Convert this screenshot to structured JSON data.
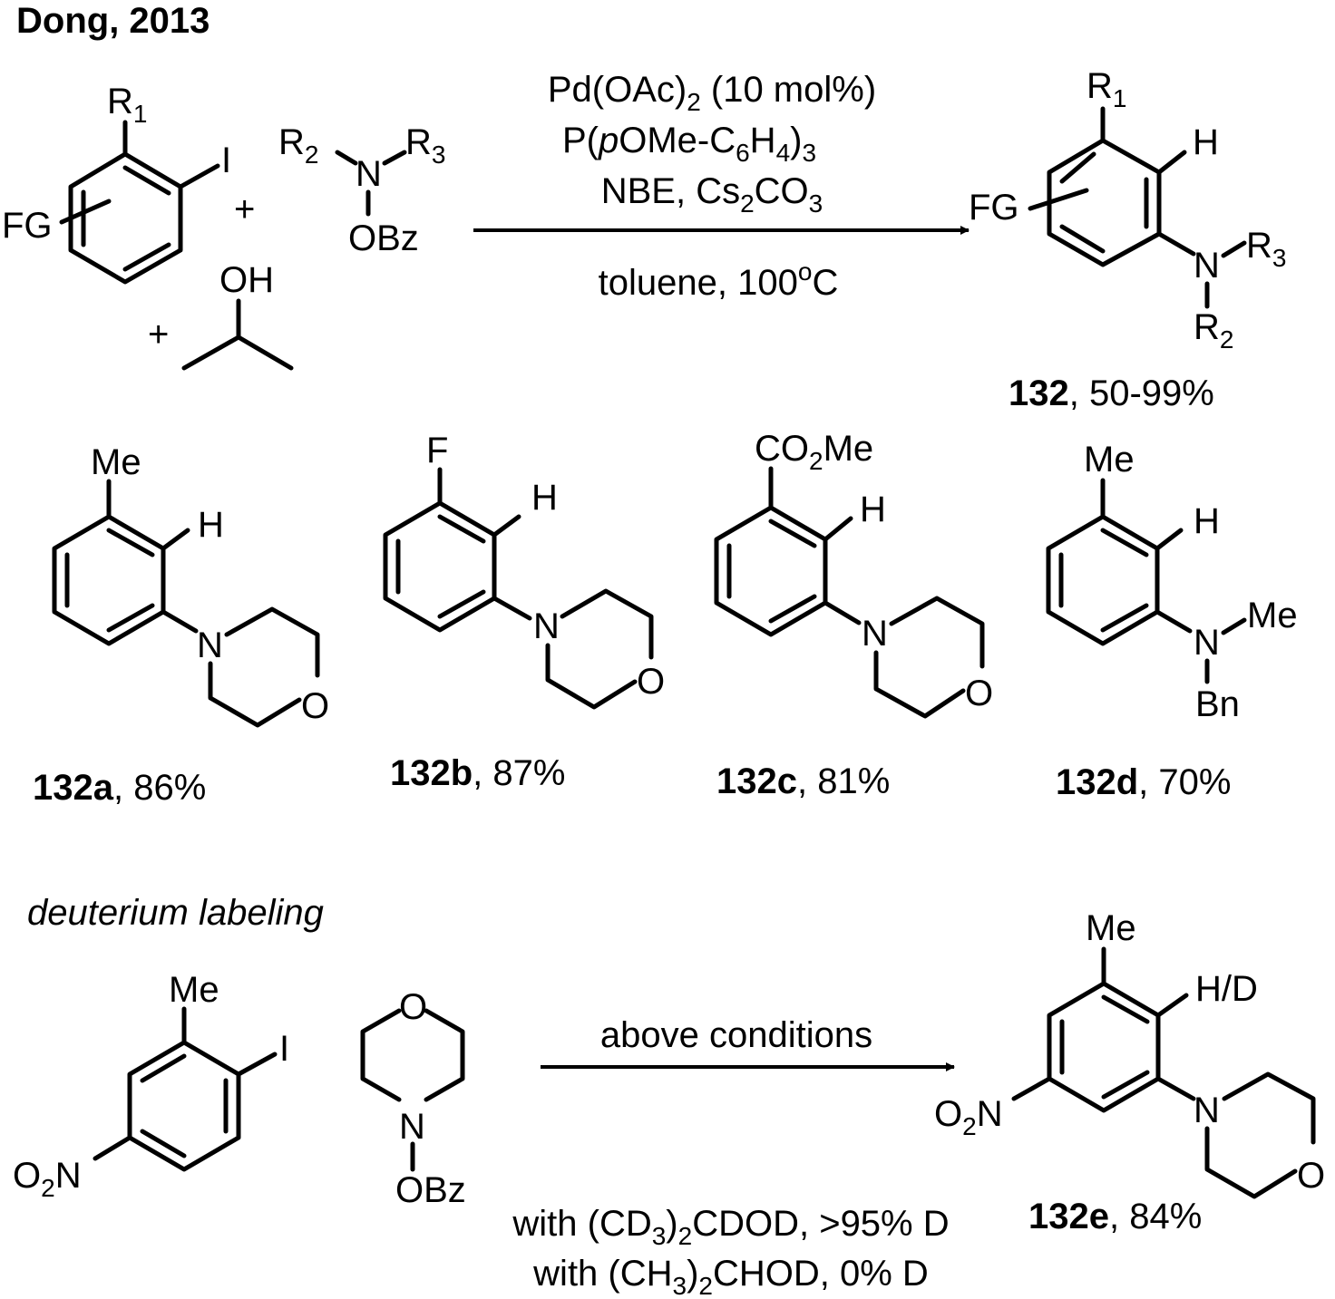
{
  "header": {
    "author": "Dong, 2013"
  },
  "colors": {
    "h_bond": "#ee1111",
    "n_bond": "#1a1aee",
    "ink": "#000000"
  },
  "atoms": {
    "R": "R",
    "r1": "1",
    "r2": "2",
    "r3": "3",
    "I": "I",
    "FG": "FG",
    "N": "N",
    "O": "O",
    "H": "H",
    "F": "F",
    "OH": "OH",
    "OBz": "OBz",
    "Me": "Me",
    "Bn": "Bn",
    "HD": "H/D",
    "CO": "CO",
    "Me_tail": "Me",
    "two": "2"
  },
  "plus": "+",
  "conditions": {
    "l1_a": "Pd(OAc)",
    "l1_sub": "2",
    "l1_b": " (10 mol%)",
    "l2_a": "P(",
    "l2_p": "p",
    "l2_b": "OMe-C",
    "l2_s1": "6",
    "l2_c": "H",
    "l2_s2": "4",
    "l2_d": ")",
    "l2_s3": "3",
    "l3_a": "NBE, Cs",
    "l3_s1": "2",
    "l3_b": "CO",
    "l3_s2": "3",
    "l4_a": "toluene, 100",
    "l4_sup": "o",
    "l4_b": "C"
  },
  "general_product": {
    "id": "132",
    "yield": ", 50-99%"
  },
  "examples": [
    {
      "id": "132a",
      "yield": ", 86%"
    },
    {
      "id": "132b",
      "yield": ", 87%"
    },
    {
      "id": "132c",
      "yield": ", 81%"
    },
    {
      "id": "132d",
      "yield": ", 70%"
    }
  ],
  "labeling": {
    "title": "deuterium labeling",
    "arrow_label": "above conditions",
    "product": {
      "id": "132e",
      "yield": ", 84%"
    },
    "no2_o": "O",
    "no2_sub": "2",
    "no2_n": "N",
    "note1_a": "with (CD",
    "note1_s1": "3",
    "note1_b": ")",
    "note1_s2": "2",
    "note1_c": "CDOD, >95% D",
    "note2_a": "with (CH",
    "note2_s1": "3",
    "note2_b": ")",
    "note2_s2": "2",
    "note2_c": "CHOD, 0% D"
  }
}
